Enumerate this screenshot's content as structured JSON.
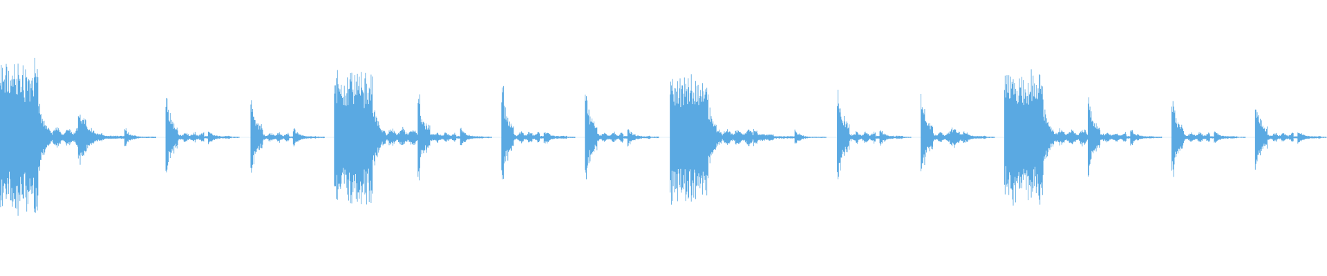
{
  "waveform": {
    "color": "#5aa9e2",
    "background": "#ffffff",
    "hits": [
      {
        "type": "kick",
        "start": 0.0,
        "amp": 0.78
      },
      {
        "type": "snare",
        "start": 0.059,
        "amp": 0.28
      },
      {
        "type": "tick",
        "start": 0.094,
        "amp": 0.1
      },
      {
        "type": "hat",
        "start": 0.125,
        "amp": 0.45
      },
      {
        "type": "tick",
        "start": 0.157,
        "amp": 0.08
      },
      {
        "type": "hat",
        "start": 0.189,
        "amp": 0.42
      },
      {
        "type": "tick",
        "start": 0.221,
        "amp": 0.1
      },
      {
        "type": "kick",
        "start": 0.252,
        "amp": 0.68
      },
      {
        "type": "hat",
        "start": 0.315,
        "amp": 0.42
      },
      {
        "type": "tick",
        "start": 0.347,
        "amp": 0.1
      },
      {
        "type": "hat",
        "start": 0.378,
        "amp": 0.5
      },
      {
        "type": "tick",
        "start": 0.41,
        "amp": 0.09
      },
      {
        "type": "hat",
        "start": 0.441,
        "amp": 0.48
      },
      {
        "type": "tick",
        "start": 0.473,
        "amp": 0.1
      },
      {
        "type": "kick",
        "start": 0.505,
        "amp": 0.66
      },
      {
        "type": "tick",
        "start": 0.568,
        "amp": 0.1
      },
      {
        "type": "tick",
        "start": 0.599,
        "amp": 0.08
      },
      {
        "type": "hat",
        "start": 0.631,
        "amp": 0.52
      },
      {
        "type": "tick",
        "start": 0.663,
        "amp": 0.09
      },
      {
        "type": "hat",
        "start": 0.694,
        "amp": 0.48
      },
      {
        "type": "snare",
        "start": 0.716,
        "amp": 0.1
      },
      {
        "type": "tick",
        "start": 0.726,
        "amp": 0.08
      },
      {
        "type": "kick",
        "start": 0.757,
        "amp": 0.66
      },
      {
        "type": "hat",
        "start": 0.82,
        "amp": 0.44
      },
      {
        "type": "tick",
        "start": 0.852,
        "amp": 0.1
      },
      {
        "type": "hat",
        "start": 0.883,
        "amp": 0.42
      },
      {
        "type": "tick",
        "start": 0.915,
        "amp": 0.07
      },
      {
        "type": "hat",
        "start": 0.946,
        "amp": 0.4
      },
      {
        "type": "tick",
        "start": 0.978,
        "amp": 0.08
      }
    ]
  }
}
